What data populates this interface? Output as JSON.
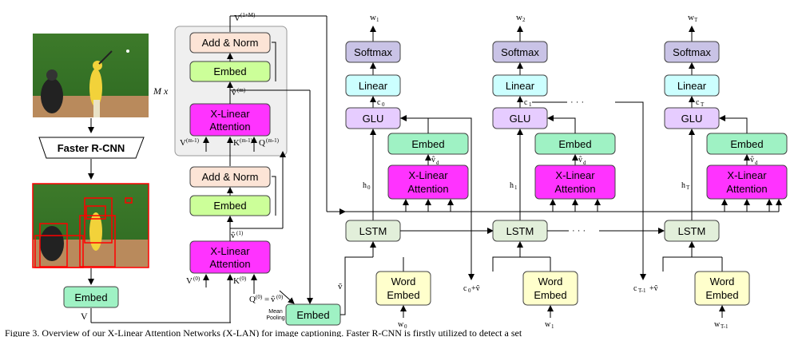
{
  "colors": {
    "add_norm": "#FCE4D6",
    "embed": "#CCFFCC",
    "embed_fill2": "#9FF2C4",
    "xlinear": "#FF33FF",
    "softmax": "#C9C3E6",
    "linear": "#CCFFFF",
    "glu": "#E6CCFF",
    "lstm": "#E2EFDA",
    "word_embed": "#FFFFCC",
    "stack_bg": "#EFEFEF"
  },
  "encoder": {
    "faster_rcnn": "Faster R-CNN",
    "embed": "Embed",
    "v_label": "V",
    "mx_label": "M x",
    "top_v": "V",
    "top_v_sup": "(1+M)",
    "block_m": {
      "add_norm": "Add & Norm",
      "embed": "Embed",
      "attn_line1": "X-Linear",
      "attn_line2": "Attention",
      "v_in": "V",
      "v_in_sup": "(m-1)",
      "k_in": "K",
      "k_in_sup": "(m-1)",
      "q_in": "Q",
      "q_in_sup": "(m-1)",
      "vhat": "v̂",
      "vhat_sup": "(m)"
    },
    "block_1": {
      "add_norm": "Add & Norm",
      "embed": "Embed",
      "attn_line1": "X-Linear",
      "attn_line2": "Attention",
      "v_in": "V",
      "v_in_sup": "(0)",
      "k_in": "K",
      "k_in_sup": "(0)",
      "q_in": "Q",
      "q_in_sup": "(0)",
      "q_eq": "=",
      "vhat": "v̂",
      "vhat_sup": "(1)",
      "vhat0": "v̂",
      "vhat0_sup": "(0)",
      "mean_pooling_1": "Mean",
      "mean_pooling_2": "Pooling"
    },
    "embed_bottom": "Embed"
  },
  "decoder": {
    "steps": [
      {
        "w_out": "w",
        "w_out_sub": "1",
        "c_sub": "0",
        "h_sub": "0",
        "w_in": "w",
        "w_in_sub": "0",
        "ctx": "c",
        "ctx_sub": "0",
        "ctx_tail": "+ṽ"
      },
      {
        "w_out": "w",
        "w_out_sub": "2",
        "c_sub": "1",
        "h_sub": "1",
        "w_in": "w",
        "w_in_sub": "1",
        "ctx": "c",
        "ctx_sub": "T-1",
        "ctx_tail": "+ṽ"
      },
      {
        "w_out": "w",
        "w_out_sub": "T",
        "c_sub": "T",
        "h_sub": "T",
        "w_in": "w",
        "w_in_sub": "T-1"
      }
    ],
    "softmax": "Softmax",
    "linear": "Linear",
    "glu": "GLU",
    "embed": "Embed",
    "attn_line1": "X-Linear",
    "attn_line2": "Attention",
    "lstm": "LSTM",
    "word_line1": "Word",
    "word_line2": "Embed",
    "vd": "v̂",
    "vd_sub": "d",
    "c_letter": "c",
    "h_letter": "h",
    "vtilde": "ṽ",
    "ellipsis": "· · ·"
  },
  "caption": "Figure 3. Overview of our X-Linear Attention Networks (X-LAN) for image captioning. Faster R-CNN is firstly utilized to detect a set"
}
